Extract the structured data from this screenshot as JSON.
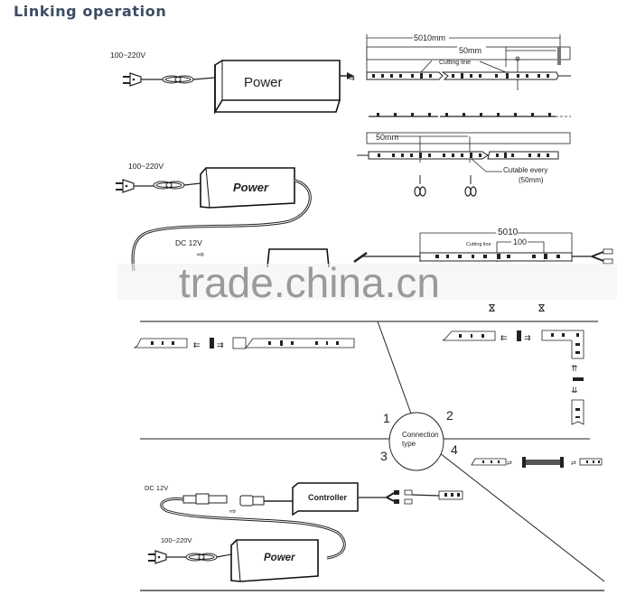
{
  "title": "Linking operation",
  "diagram": {
    "section1": {
      "input_voltage": "100~220V",
      "power_label": "Power",
      "strip_length": "5010mm",
      "segment_length": "50mm",
      "cutting_line_label": "Cutting line"
    },
    "section2": {
      "input_voltage": "100~220V",
      "power_label": "Power",
      "output_voltage": "DC 12V",
      "segment_length": "50mm",
      "cutable_label": "Cutable every",
      "cutable_value": "(50mm)",
      "strip_length": "5010",
      "cut_spacing": "100",
      "cutting_line_label": "Cutting line"
    },
    "connection": {
      "center_label_line1": "Connection",
      "center_label_line2": "type",
      "quadrants": [
        "1",
        "2",
        "3",
        "4"
      ]
    },
    "section3": {
      "output_voltage": "DC 12V",
      "input_voltage": "100~220V",
      "controller_label": "Controller",
      "power_label": "Power"
    }
  },
  "watermark": "trade.china.cn",
  "colors": {
    "title": "#3b4d63",
    "line": "#222222",
    "divider": "#888888"
  }
}
